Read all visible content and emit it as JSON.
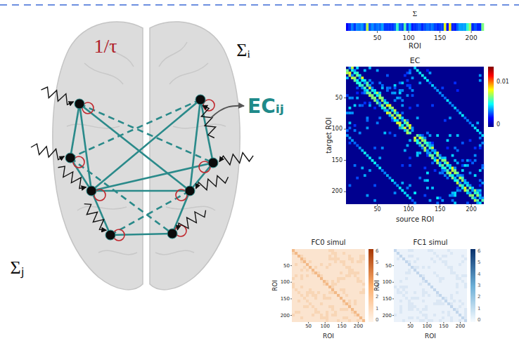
{
  "diagram": {
    "labels": [
      "1/τ",
      "Σᵢ",
      "Σⱼ",
      "ECᵢⱼ",
      "Σ",
      "50",
      "100",
      "150",
      "200",
      "ROI",
      "EC",
      "0.01",
      "0",
      "target ROI",
      "50",
      "100",
      "150",
      "200",
      "50",
      "100",
      "150",
      "200",
      "source ROI",
      "FC0 simul",
      "50",
      "100",
      "150",
      "200",
      "50",
      "100",
      "150",
      "200",
      "ROI",
      "ROI",
      "6",
      "5",
      "4",
      "3",
      "2",
      "1",
      "0",
      "FC1 simul",
      "50",
      "100",
      "150",
      "200",
      "50",
      "100",
      "150",
      "200",
      "ROI",
      "ROI",
      "6",
      "5",
      "4",
      "3",
      "2",
      "1",
      "0"
    ]
  }
}
